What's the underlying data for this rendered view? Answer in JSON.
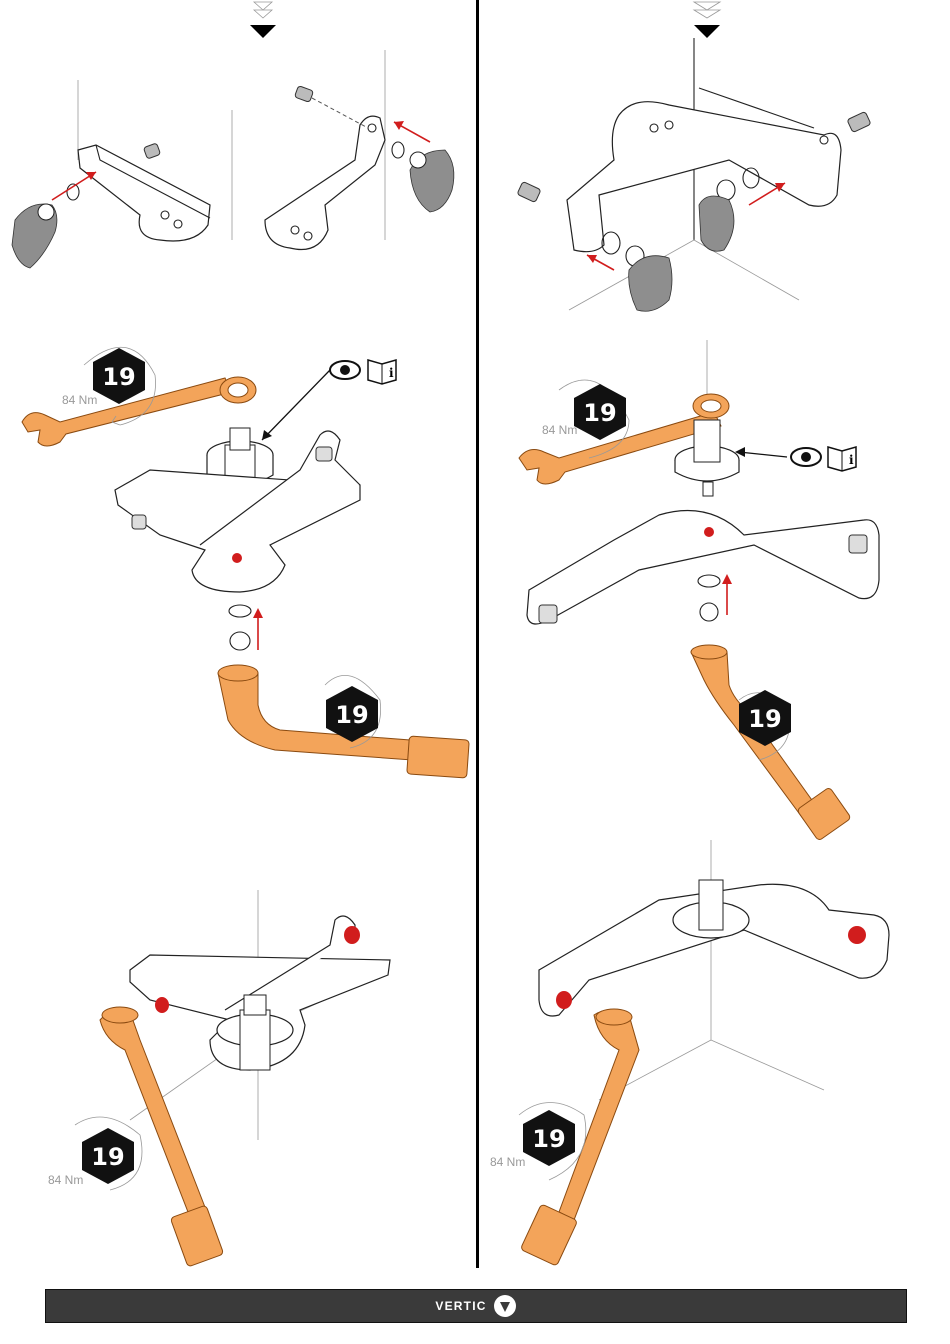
{
  "steps": [
    {
      "tool": "wrench",
      "size": "19",
      "torque": "84 Nm"
    },
    {
      "tool": "socket",
      "size": "19",
      "torque": ""
    },
    {
      "tool": "wrench",
      "size": "19",
      "torque": "84 Nm"
    },
    {
      "tool": "socket",
      "size": "19",
      "torque": ""
    },
    {
      "tool": "socket",
      "size": "19",
      "torque": "84 Nm"
    },
    {
      "tool": "socket",
      "size": "19",
      "torque": "84 Nm"
    }
  ],
  "icons": [
    "eye-icon",
    "manual-info-icon",
    "down-arrow-icon",
    "gloved-hand-icon",
    "vertic-logo-icon"
  ],
  "colors": {
    "tool": "#f3a45a",
    "highlight": "#d11d1d",
    "footer": "#3a3a3a",
    "badge": "#111111"
  },
  "footer": {
    "brand": "VERTIC"
  }
}
